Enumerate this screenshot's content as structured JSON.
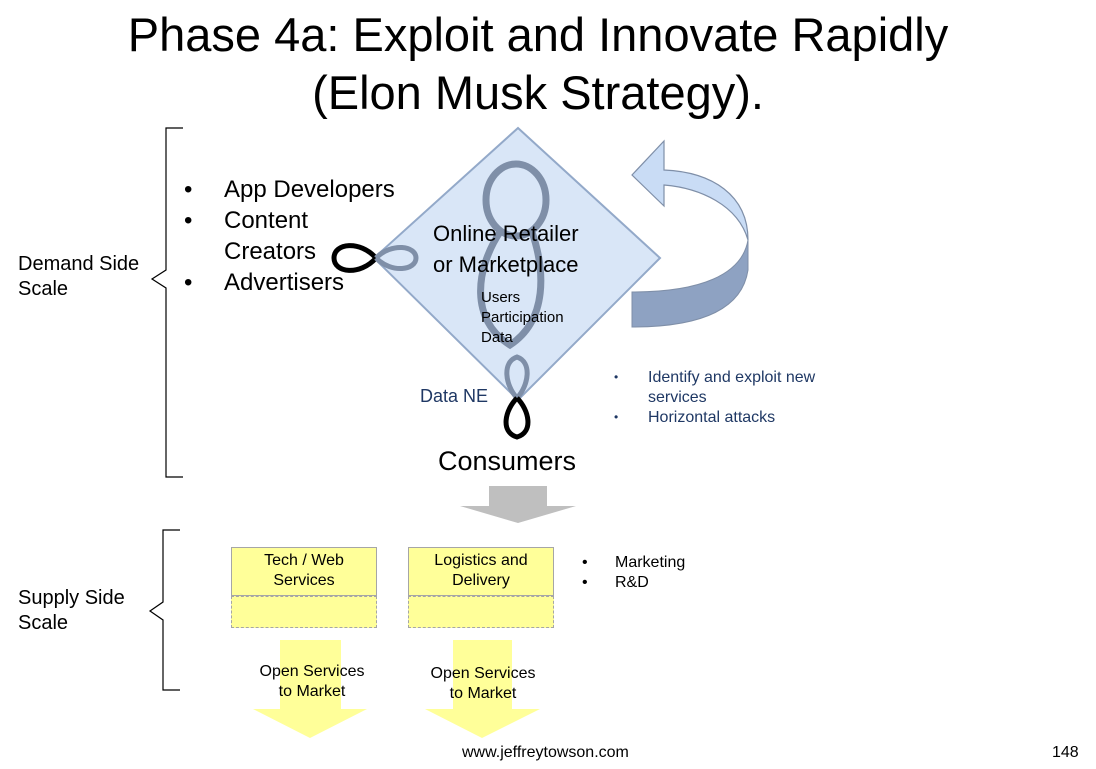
{
  "title": {
    "line1": "Phase 4a: Exploit and Innovate Rapidly",
    "line2": "(Elon Musk Strategy)."
  },
  "demand": {
    "label_line1": "Demand Side",
    "label_line2": "Scale",
    "bullets": [
      "App Developers",
      "Content Creators",
      "Advertisers"
    ]
  },
  "platform": {
    "name_line1": "Online Retailer",
    "name_line2": "or Marketplace",
    "inner_lines": [
      "Users",
      "Participation",
      "Data"
    ],
    "network_effect_label": "Data NE"
  },
  "consumers_label": "Consumers",
  "strategy_bullets": [
    "Identify and exploit new services",
    "Horizontal attacks"
  ],
  "supply": {
    "label_line1": "Supply Side",
    "label_line2": "Scale",
    "boxes": [
      {
        "line1": "Tech / Web",
        "line2": "Services",
        "output_line1": "Open Services",
        "output_line2": "to Market"
      },
      {
        "line1": "Logistics and",
        "line2": "Delivery",
        "output_line1": "Open Services",
        "output_line2": "to Market"
      }
    ],
    "bullets": [
      "Marketing",
      "R&D"
    ]
  },
  "footer": {
    "website": "www.jeffreytowson.com",
    "page_number": "148"
  },
  "colors": {
    "diamond_fill": "#d9e6f7",
    "diamond_border": "#93a9c9",
    "loop_dark": "#000000",
    "loop_gray": "#7f8fa8",
    "curved_arrow_light": "#c9dcf5",
    "curved_arrow_dark": "#8ea2c2",
    "down_arrow_gray": "#bfbfbf",
    "box_yellow": "#ffff99",
    "strategy_text": "#1f3864"
  }
}
